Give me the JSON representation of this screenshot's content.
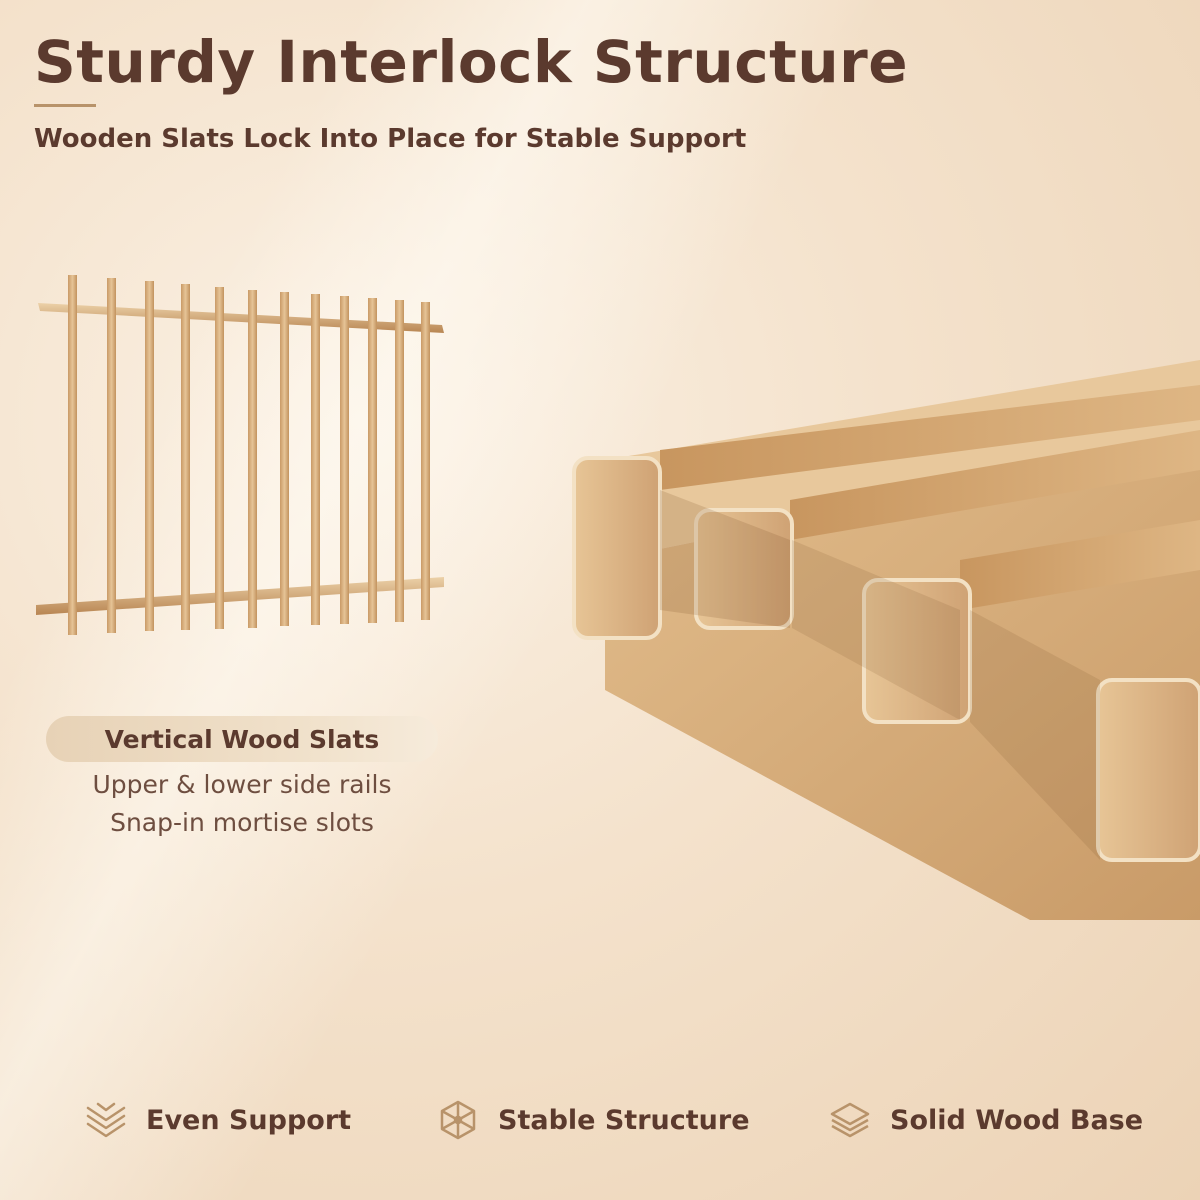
{
  "header": {
    "title": "Sturdy Interlock Structure",
    "subtitle": "Wooden Slats Lock Into Place for Stable Support"
  },
  "callout": {
    "label": "Vertical Wood Slats",
    "lines": [
      "Upper & lower side rails",
      "Snap-in mortise slots"
    ]
  },
  "features": [
    {
      "label": "Even Support",
      "icon": "even-support-icon"
    },
    {
      "label": "Stable Structure",
      "icon": "stable-structure-icon"
    },
    {
      "label": "Solid Wood Base",
      "icon": "solid-wood-base-icon"
    }
  ],
  "colors": {
    "text_brown": "#5b3a2e",
    "accent_gold": "#b8936a",
    "wood": "#d9b48a",
    "background": "#f4e2cc"
  }
}
